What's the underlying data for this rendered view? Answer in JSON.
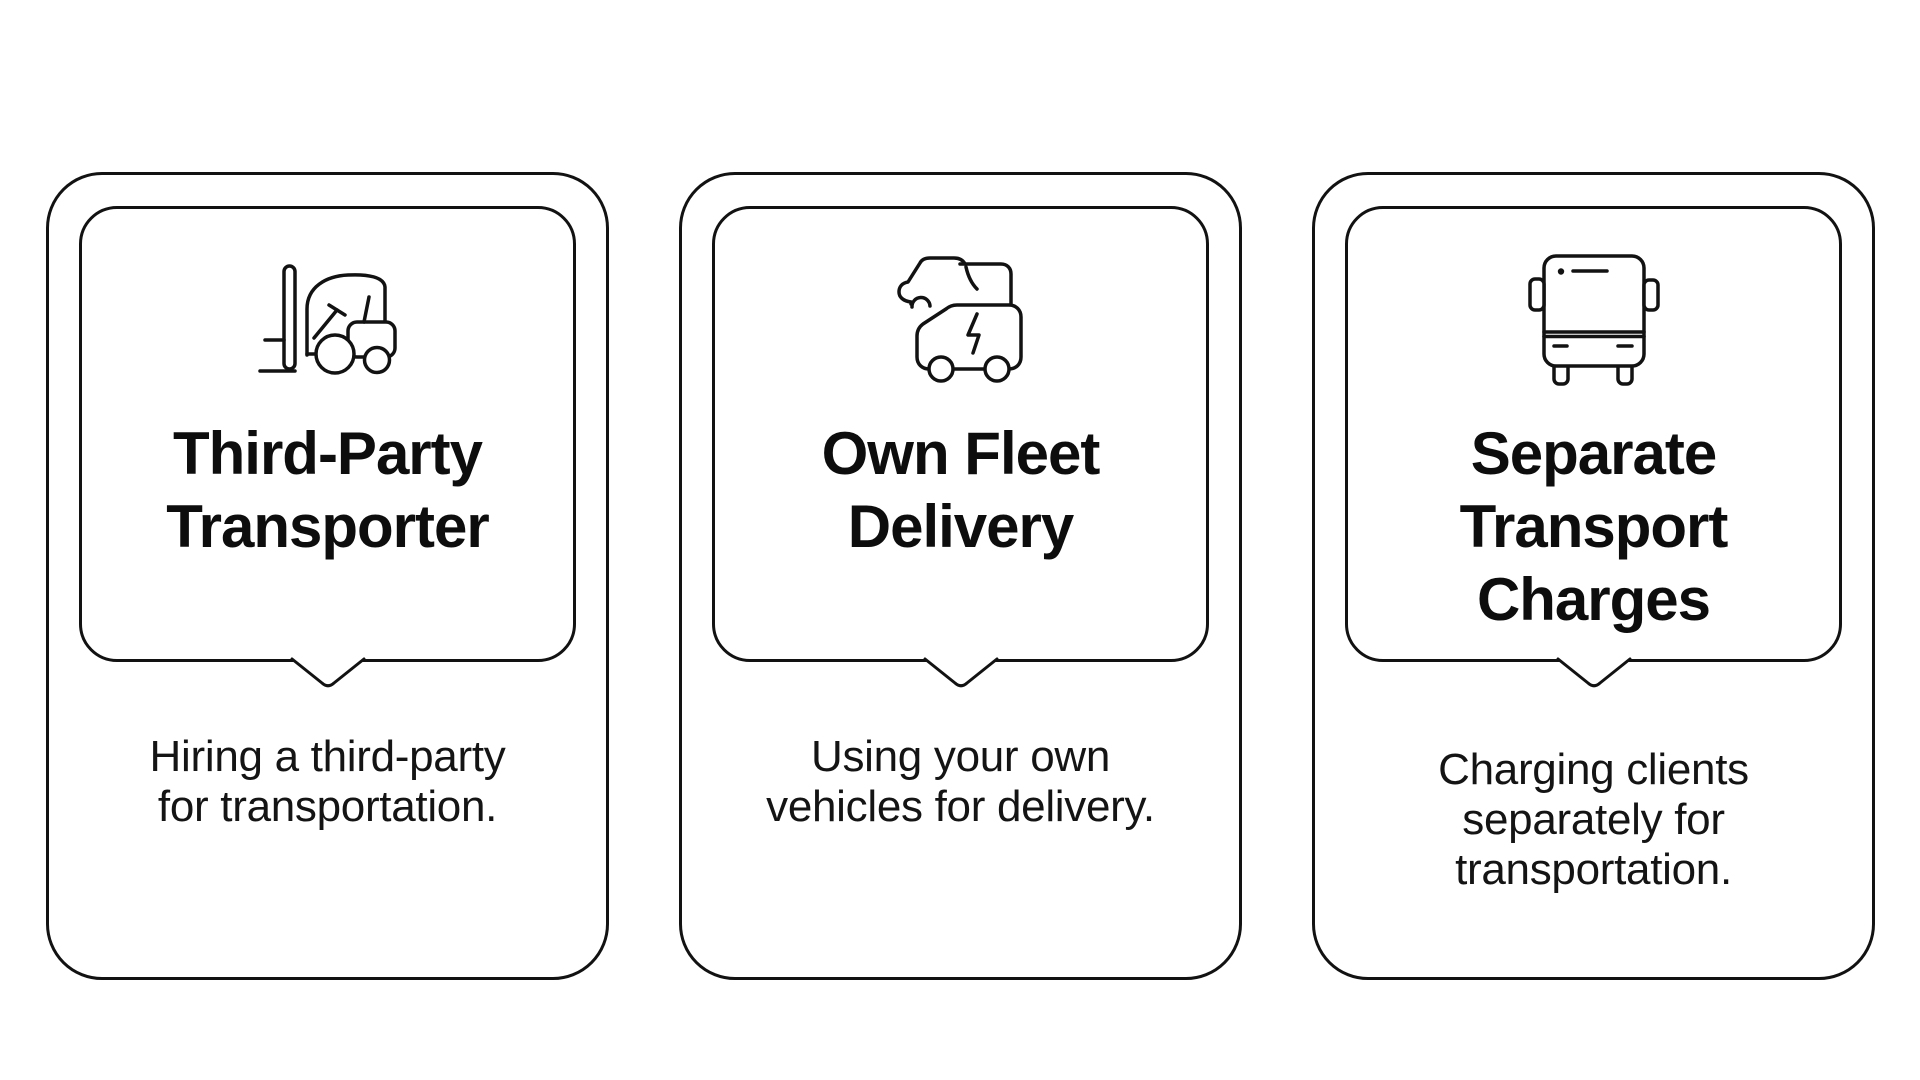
{
  "colors": {
    "background": "#ffffff",
    "line": "#121212",
    "text": "#141414"
  },
  "cards": [
    {
      "icon": "forklift-icon",
      "title": "Third-Party Transporter",
      "title_lines": [
        "Third-Party",
        "Transporter"
      ],
      "description": "Hiring a third-party for transportation.",
      "desc_lines": [
        "Hiring a third-party",
        "for transportation."
      ]
    },
    {
      "icon": "electric-fleet-vehicles-icon",
      "title": "Own Fleet Delivery",
      "title_lines": [
        "Own Fleet",
        "Delivery"
      ],
      "description": "Using your own vehicles for delivery.",
      "desc_lines": [
        "Using your own",
        "vehicles for delivery."
      ]
    },
    {
      "icon": "bus-icon",
      "title": "Separate Transport Charges",
      "title_lines": [
        "Separate",
        "Transport",
        "Charges"
      ],
      "description": "Charging clients separately for transportation.",
      "desc_lines": [
        "Charging clients",
        "separately for",
        "transportation."
      ]
    }
  ]
}
